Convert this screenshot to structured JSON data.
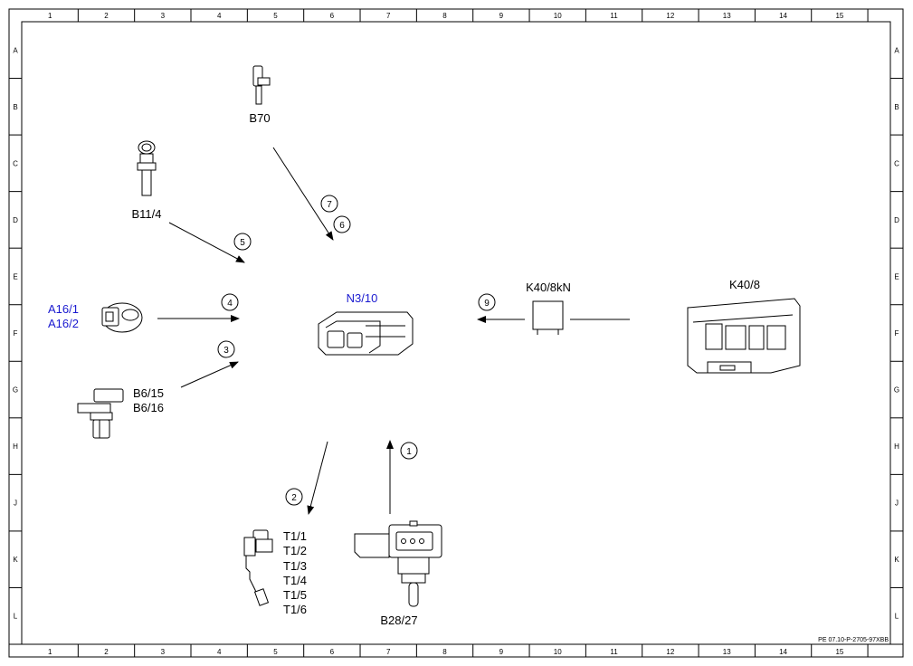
{
  "grid": {
    "columns": [
      "1",
      "2",
      "3",
      "4",
      "5",
      "6",
      "7",
      "8",
      "9",
      "10",
      "11",
      "12",
      "13",
      "14",
      "15"
    ],
    "rows": [
      "A",
      "B",
      "C",
      "D",
      "E",
      "F",
      "G",
      "H",
      "J",
      "K",
      "L"
    ]
  },
  "components": {
    "b70": "B70",
    "b11_4": "B11/4",
    "a16_1": "A16/1",
    "a16_2": "A16/2",
    "b6_15": "B6/15",
    "b6_16": "B6/16",
    "n3_10": "N3/10",
    "k40_8kn": "K40/8kN",
    "k40_8": "K40/8",
    "t1": [
      "T1/1",
      "T1/2",
      "T1/3",
      "T1/4",
      "T1/5",
      "T1/6"
    ],
    "b28_27": "B28/27"
  },
  "signals": [
    "1",
    "2",
    "3",
    "4",
    "5",
    "6",
    "7",
    "9"
  ],
  "colors": {
    "line": "#000000",
    "highlight_label": "#1a1ad0"
  },
  "footer": {
    "reference": "PE 07.10-P-2705-97XBB"
  }
}
